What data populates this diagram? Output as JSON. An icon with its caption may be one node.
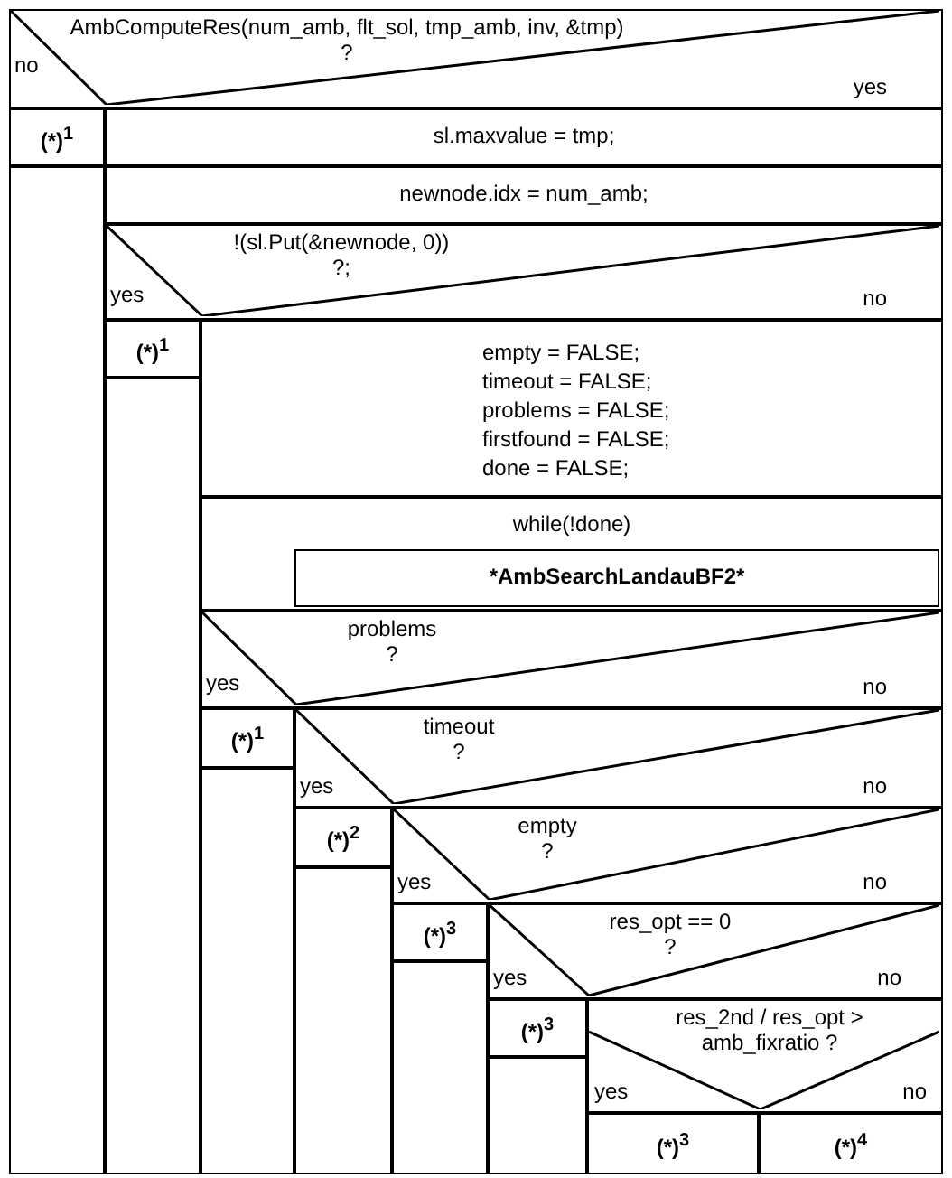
{
  "diagram": {
    "nodes": [
      {
        "text": [
          "AmbComputeRes(num_amb, flt_sol, tmp_amb, inv, &tmp) ?",
          "no",
          "yes"
        ]
      },
      {
        "text": [
          "(*)$^{1}$"
        ]
      },
      {
        "text": [
          "sl.maxvalue = tmp;"
        ]
      },
      {
        "text": [],
        "shape": "box"
      },
      {
        "text": [
          "newnode.idx = num_amb;"
        ]
      },
      {
        "text": [
          "!(sl.Put(&newnode, 0)) ?;",
          "yes",
          "no"
        ]
      },
      {
        "text": [
          "(*)$^{1}$"
        ]
      },
      {
        "text": [],
        "shape": "box"
      },
      {
        "text": [
          "empty = FALSE;",
          "timeout = FALSE;",
          "problems = FALSE;",
          "firstfound = FALSE;",
          "done = FALSE;"
        ]
      },
      {
        "text": [
          "while(!done)"
        ]
      },
      {
        "text": [
          "*AmbSearchLandauBF2*"
        ],
        "in": 9
      },
      {
        "text": [
          "problems ?",
          "yes",
          "no"
        ]
      },
      {
        "text": [
          "(*)$^{1}$"
        ]
      },
      {
        "text": [],
        "shape": "box"
      },
      {
        "text": [
          "timeout ?",
          "yes",
          "no"
        ]
      },
      {
        "text": [
          "(*)$^{2}$"
        ]
      },
      {
        "text": [],
        "shape": "box"
      },
      {
        "text": [
          "empty ?",
          "yes",
          "no"
        ]
      },
      {
        "text": [
          "(*)$^{3}$"
        ]
      },
      {
        "text": [],
        "shape": "box"
      },
      {
        "text": [
          "res_opt == 0 ?",
          "yes",
          "no"
        ]
      },
      {
        "text": [
          "(*)$^{3}$"
        ]
      },
      {
        "text": [],
        "shape": "box"
      },
      {
        "text": [
          "res_2nd / res_opt > amb_fixratio ?",
          "yes",
          "no"
        ]
      },
      {
        "text": [
          "(*)$^{3}$"
        ]
      },
      {
        "text": [
          "(*)$^{4}$"
        ]
      }
    ]
  }
}
